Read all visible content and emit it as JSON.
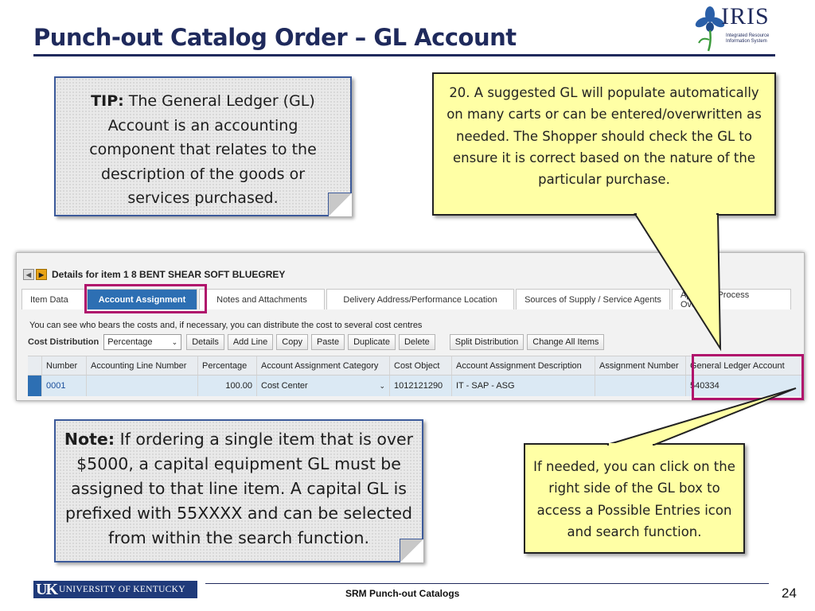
{
  "slide": {
    "title": "Punch-out Catalog Order – GL Account",
    "footer": "SRM Punch-out Catalogs",
    "page_number": "24"
  },
  "logos": {
    "iris_word": "IRIS",
    "iris_subtitle": "Integrated Resource Information System",
    "uk_mark": "UK",
    "uk_name": "UNIVERSITY OF KENTUCKY"
  },
  "tip": {
    "label": "TIP:",
    "text": " The General Ledger (GL) Account is an accounting component that relates to the description of the goods or services purchased."
  },
  "callout_gl": {
    "text": "20. A suggested GL will populate automatically on many carts or can be entered/overwritten as needed. The Shopper should check the GL to ensure it is correct based on the nature of the particular purchase."
  },
  "note": {
    "label": "Note:",
    "text": " If ordering a single item that is over $5000, a capital equipment GL must be assigned to that line item. A capital GL is prefixed with 55XXXX and can be selected from within the search function."
  },
  "callout_side": {
    "text": "If needed, you can click on the right side of the GL box to access a Possible Entries icon and search function."
  },
  "sap": {
    "header": "Details for item 1  8  BENT SHEAR SOFT BLUEGREY",
    "tabs": [
      {
        "label": "Item Data"
      },
      {
        "label": "Account Assignment"
      },
      {
        "label": "Notes and Attachments"
      },
      {
        "label": "Delivery Address/Performance Location"
      },
      {
        "label": "Sources of Supply / Service Agents"
      },
      {
        "label": "Approval Process Overview"
      }
    ],
    "info": "You can see who bears the costs and, if necessary, you can distribute the cost to several cost centres",
    "cost_distribution_label": "Cost Distribution",
    "cost_distribution_value": "Percentage",
    "buttons": [
      "Details",
      "Add Line",
      "Copy",
      "Paste",
      "Duplicate",
      "Delete"
    ],
    "buttons2": [
      "Split Distribution",
      "Change All Items"
    ],
    "columns": [
      "Number",
      "Accounting Line Number",
      "Percentage",
      "Account Assignment Category",
      "Cost Object",
      "Account Assignment Description",
      "Assignment Number",
      "General Ledger Account"
    ],
    "row": {
      "number": "0001",
      "accounting_line": "",
      "percentage": "100.00",
      "category": "Cost Center",
      "cost_object": "1012121290",
      "description": "IT - SAP - ASG",
      "assignment_number": "",
      "gl_account": "540334"
    }
  },
  "colors": {
    "title": "#1f2a5c",
    "highlight": "#b0126b",
    "callout": "#ffffa5",
    "tab_selected": "#2d6fb3"
  }
}
